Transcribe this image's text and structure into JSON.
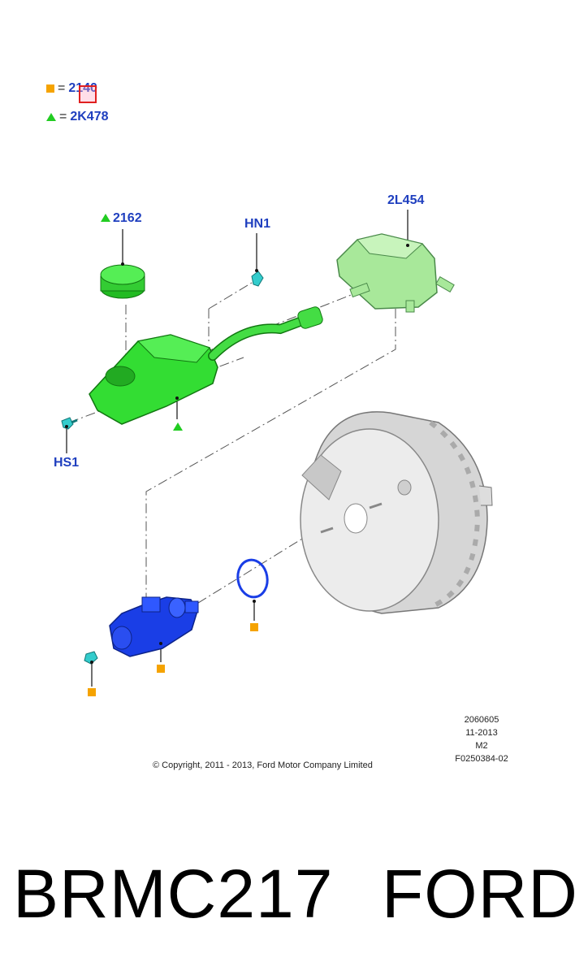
{
  "legend": [
    {
      "symbol": "orange-square",
      "equals": "=",
      "code": "2140"
    },
    {
      "symbol": "green-triangle",
      "equals": "=",
      "code": "2K478"
    }
  ],
  "callouts": {
    "cap": "2162",
    "screw_top": "HN1",
    "reservoir": "2L454",
    "screw_left": "HS1"
  },
  "drawing_meta": {
    "line1": "2060605",
    "line2": "11-2013",
    "line3": "M2",
    "line4": "F0250384-02"
  },
  "copyright": "© Copyright, 2011 - 2013, Ford Motor Company Limited",
  "footer": {
    "part_number": "BRMC217",
    "brand": "FORD"
  },
  "colors": {
    "label_blue": "#1f3fbf",
    "legend_orange": "#f5a300",
    "legend_green": "#22cc22",
    "reservoir_green": "#33dd33",
    "pale_green": "#a8e89a",
    "master_cylinder_blue": "#1a3ee6",
    "booster_gray": "#d9d9d9",
    "screw_cyan": "#33cccc",
    "highlight_red": "#e02020"
  }
}
